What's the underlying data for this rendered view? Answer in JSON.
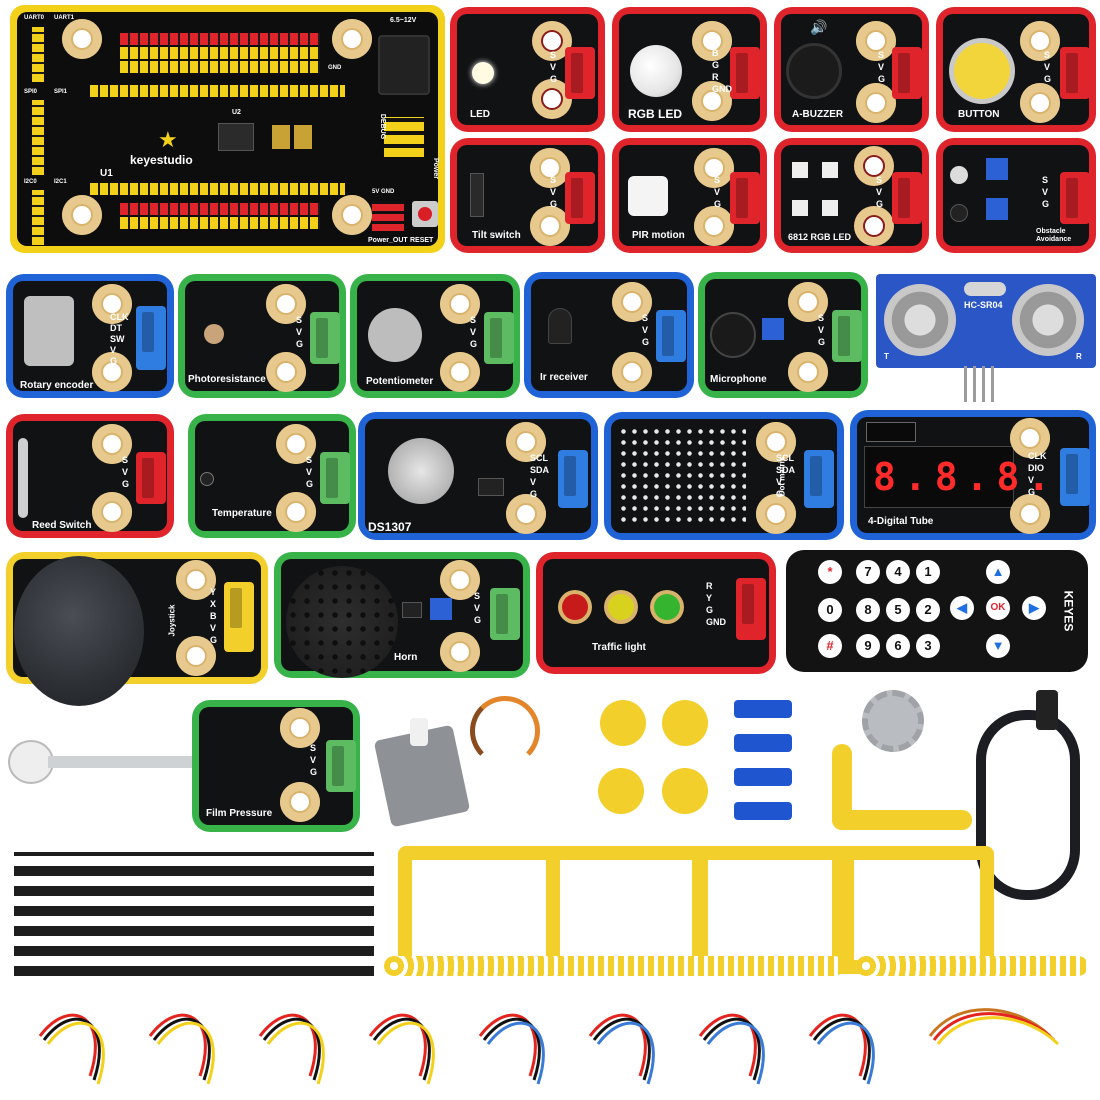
{
  "colors": {
    "red_frame": "#e0242c",
    "blue_frame": "#1f63d6",
    "green_frame": "#37b34a",
    "yellow_frame": "#f2cf2a",
    "pcb": "#111214"
  },
  "main_board": {
    "brand": "keyestudio",
    "ref_u1": "U1",
    "ref_u2": "U2",
    "power_in": "6.5~12V",
    "power_label": "Power",
    "power_out": "Power_OUT",
    "reset": "RESET",
    "debug": "DEBUG",
    "uart0": "UART0",
    "uart1": "UART1",
    "spi0": "SPI0",
    "spi1": "SPI1",
    "i2c0": "I2C0",
    "i2c1": "I2C1",
    "gnd": "GND",
    "sv_gnd": "5V GND"
  },
  "modules_row1": [
    {
      "name": "LED",
      "pins": "S\nV\nG"
    },
    {
      "name": "RGB LED",
      "pins": "B\nG\nR\nGND"
    },
    {
      "name": "A-BUZZER",
      "pins": "S\nV\nG"
    },
    {
      "name": "BUTTON",
      "pins": "S\nV\nG"
    }
  ],
  "modules_row2": [
    {
      "name": "Tilt switch",
      "pins": "S\nV\nG"
    },
    {
      "name": "PIR motion",
      "pins": "S\nV\nG"
    },
    {
      "name": "6812 RGB LED",
      "pins": "S\nV\nG"
    },
    {
      "name": "Obstacle Avoidance",
      "pins": "S\nV\nG"
    }
  ],
  "modules_row3": [
    {
      "name": "Rotary encoder",
      "pins": "CLK\nDT\nSW\nV\nG"
    },
    {
      "name": "Photoresistance",
      "pins": "S\nV\nG"
    },
    {
      "name": "Potentiometer",
      "pins": "S\nV\nG"
    },
    {
      "name": "Ir receiver",
      "pins": "S\nV\nG"
    },
    {
      "name": "Microphone",
      "pins": "S\nV\nG"
    }
  ],
  "ultrasonic": {
    "model": "HC-SR04",
    "t": "T",
    "r": "R"
  },
  "modules_row4": [
    {
      "name": "Reed Switch",
      "pins": "S\nV\nG"
    },
    {
      "name": "Temperature",
      "pins": "S\nV\nG"
    },
    {
      "name": "DS1307",
      "pins": "SCL\nSDA\nV\nG"
    },
    {
      "name": "Dot matrix",
      "pins": "SCL\nSDA\nV\nG"
    },
    {
      "name": "4-Digital Tube",
      "pins": "CLK\nDIO\nV\nG",
      "display": "8.8.8.8"
    }
  ],
  "modules_row5": [
    {
      "name": "Joystick",
      "pins": "Y\nX\nB\nV\nG"
    },
    {
      "name": "Horn",
      "pins": "S\nV\nG"
    },
    {
      "name": "Traffic light",
      "pins": "R\nY\nG\nGND"
    }
  ],
  "remote": {
    "brand": "KEYES",
    "keys": [
      "*",
      "7",
      "4",
      "1",
      "0",
      "8",
      "5",
      "2",
      "#",
      "9",
      "6",
      "3"
    ],
    "ok": "OK"
  },
  "film_pressure": {
    "name": "Film Pressure",
    "pins": "S\nV\nG"
  }
}
